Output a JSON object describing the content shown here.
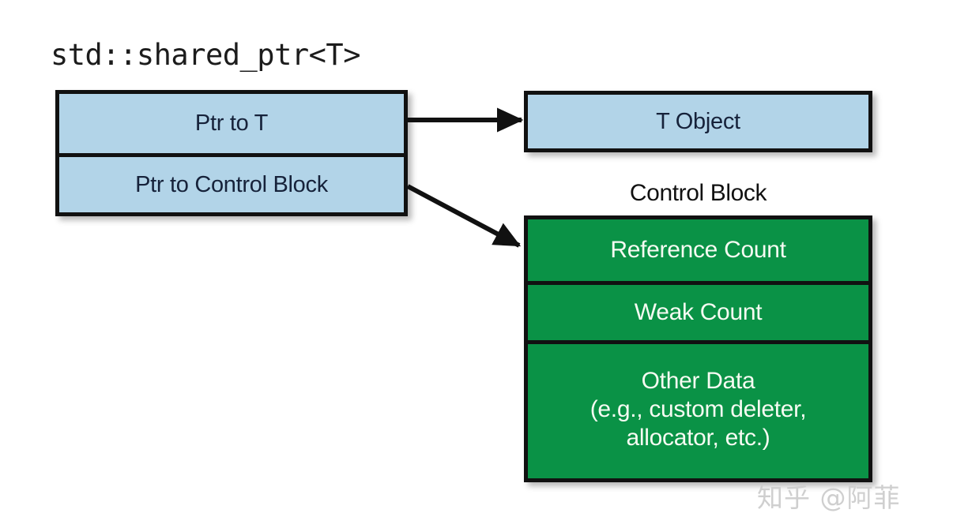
{
  "diagram": {
    "title": "std::shared_ptr<T>",
    "shared_ptr_box": {
      "cells": [
        {
          "label": "Ptr to T"
        },
        {
          "label": "Ptr to Control Block"
        }
      ]
    },
    "t_object_box": {
      "cells": [
        {
          "label": "T Object"
        }
      ]
    },
    "control_block_label": "Control Block",
    "control_block_box": {
      "cells": [
        {
          "label": "Reference Count"
        },
        {
          "label": "Weak Count"
        },
        {
          "line1": "Other Data",
          "line2": "(e.g., custom deleter,",
          "line3": "allocator, etc.)"
        }
      ]
    },
    "arrows": [
      {
        "name": "ptr-to-t-arrow",
        "from": "Ptr to T",
        "to": "T Object"
      },
      {
        "name": "ptr-to-control-block-arrow",
        "from": "Ptr to Control Block",
        "to": "Reference Count"
      }
    ],
    "colors": {
      "blue_fill": "#b2d4e8",
      "green_fill": "#0a9246",
      "border": "#111111",
      "green_text": "#f6fbf2",
      "blue_text": "#16223a",
      "watermark": "#cfcfcf",
      "background": "#ffffff"
    }
  },
  "watermark": "知乎 @阿菲"
}
